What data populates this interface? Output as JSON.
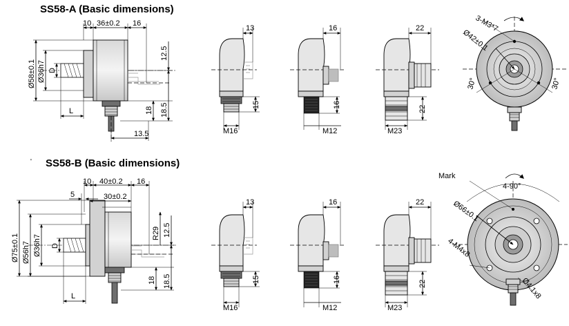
{
  "sections": [
    {
      "id": "ss58a",
      "title": "SS58-A (Basic dimensions)",
      "main_view": {
        "top_dims": [
          "10",
          "36±0.2",
          "16"
        ],
        "left_dims": [
          "Ø58±0.1",
          "Ø36h7",
          "D"
        ],
        "right_dims": [
          "12.5",
          "18",
          "18.5"
        ],
        "bottom_dims": [
          "L",
          "13.5"
        ]
      },
      "connectors": [
        {
          "top_dim": "13",
          "side_dim": "15",
          "thread": "M16"
        },
        {
          "top_dim": "16",
          "side_dim": "16",
          "thread": "M12"
        },
        {
          "top_dim": "22",
          "side_dim": "22",
          "thread": "M23"
        }
      ],
      "front_view": {
        "labels": [
          "3-M3*7",
          "Ø42±0.1",
          "30°",
          "30°"
        ]
      }
    },
    {
      "id": "ss58b",
      "title": "SS58-B (Basic dimensions)",
      "main_view": {
        "top_dims": [
          "10",
          "40±0.2",
          "16",
          "5",
          "30±0.2"
        ],
        "left_dims": [
          "Ø75±0.1",
          "Ø56h7",
          "Ø36h7",
          "D"
        ],
        "right_dims": [
          "R29",
          "12.5",
          "18",
          "18.5"
        ],
        "bottom_dims": [
          "L"
        ]
      },
      "connectors": [
        {
          "top_dim": "13",
          "side_dim": "15",
          "thread": "M16"
        },
        {
          "top_dim": "16",
          "side_dim": "16",
          "thread": "M12"
        },
        {
          "top_dim": "22",
          "side_dim": "22",
          "thread": "M23"
        }
      ],
      "front_view": {
        "labels": [
          "Mark",
          "4-90°",
          "Ø66±0.1",
          "4-M4x8",
          "Ø4.1x8"
        ]
      }
    }
  ]
}
